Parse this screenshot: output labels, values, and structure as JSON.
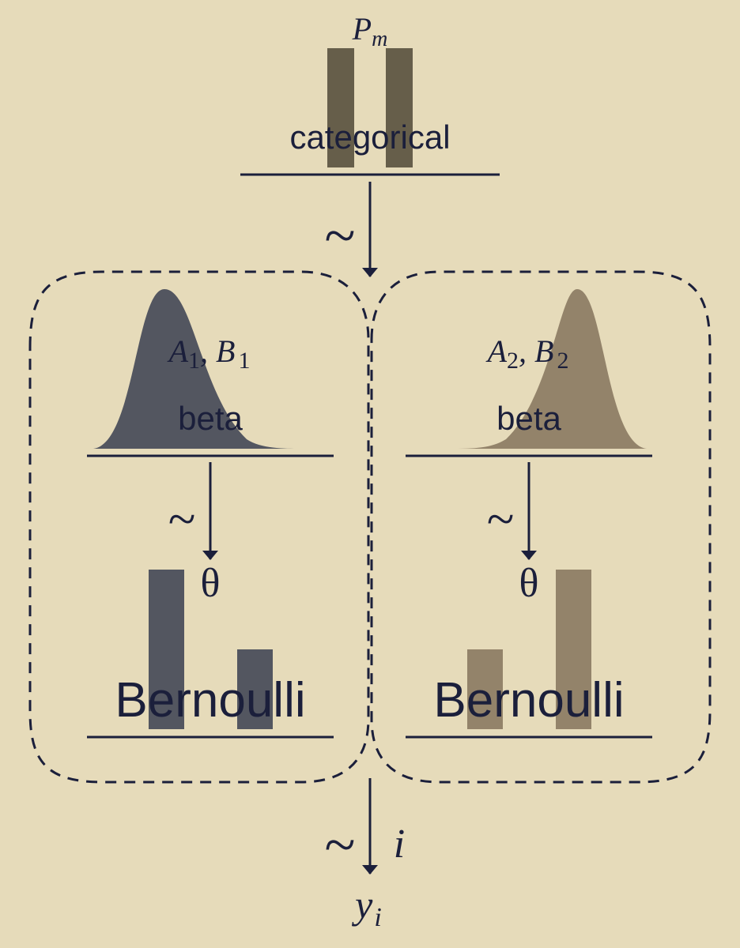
{
  "colors": {
    "background": "#e6dbba",
    "ink": "#1b1f3b",
    "categorical_bar": "#665e4a",
    "component_1": "#535660",
    "component_2": "#93836a"
  },
  "top": {
    "param_symbol": "P",
    "param_subscript": "m",
    "distribution": "categorical"
  },
  "tilde": "~",
  "components": [
    {
      "param_a": "A",
      "param_a_sub": "1",
      "separator": ",",
      "param_b": "B",
      "param_b_sub": "1",
      "prior": "beta",
      "param": "θ",
      "likelihood": "Bernoulli"
    },
    {
      "param_a": "A",
      "param_a_sub": "2",
      "separator": ",",
      "param_b": "B",
      "param_b_sub": "2",
      "prior": "beta",
      "param": "θ",
      "likelihood": "Bernoulli"
    }
  ],
  "observation": {
    "variable": "y",
    "subscript": "i",
    "index": "i"
  }
}
